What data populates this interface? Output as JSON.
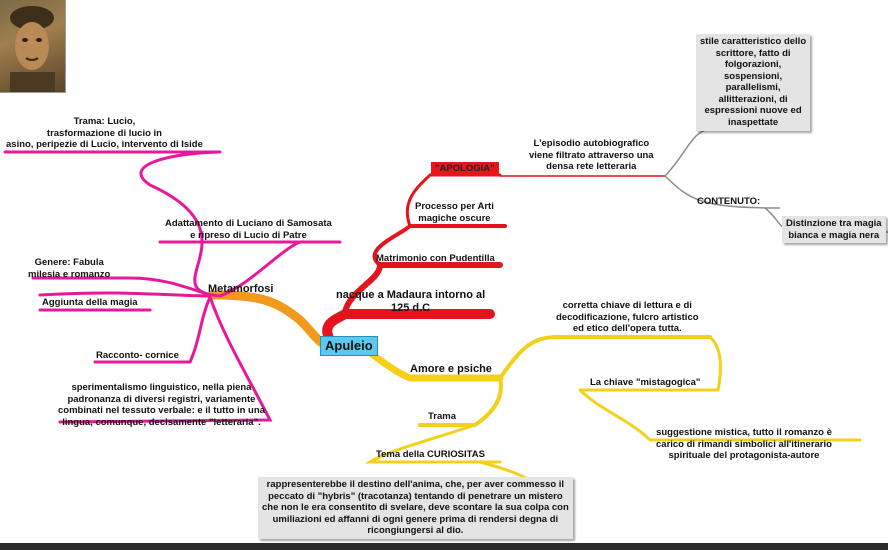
{
  "center": "Apuleio",
  "branches": {
    "metamorfosi": {
      "label": "Metamorfosi",
      "trama": "Trama: Lucio,\ntrasformazione di lucio in\nasino, peripezie di Lucio, intervento di Iside",
      "adattamento": "Adattamento di Luciano di Samosata\ne ripreso di Lucio di Patre",
      "genere": "Genere: Fabula\nmilesia e romanzo",
      "magia": "Aggiunta della magia",
      "cornice": "Racconto- cornice",
      "stile": "sperimentalismo linguistico, nella piena\npadronanza di diversi registri, variamente\ncombinati nel tessuto verbale: e il tutto in una\nlingua, comunque, decisamente \"letteraria\"."
    },
    "vita": {
      "nascita": "nacque a Madaura intorno al\n125 d.C",
      "matrimonio": "Matrimonio con Pudentilla",
      "processo": "Processo per Arti\nmagiche oscure",
      "apologia": "\"APOLOGIA\"",
      "episodio": "L'episodio autobiografico\nviene filtrato attraverso una\ndensa rete letteraria",
      "stile_apologia": "stile caratteristico dello\nscrittore, fatto di\nfolgorazioni,\nsospensioni,\nparallelismi,\nallitterazioni, di\nespressioni nuove ed\ninaspettate",
      "contenuto": "CONTENUTO:",
      "distinzione": "Distinzione tra magia\nbianca e magia nera"
    },
    "amore": {
      "label": "Amore e psiche",
      "chiave": "corretta chiave di lettura e di\ndecodificazione, fulcro artistico\ned etico dell'opera tutta.",
      "mistagogica": "La chiave \"mistagogica\"",
      "suggestione": "suggestione mistica, tutto il romanzo è\ncarico di rimandi simbolici all'itinerario\nspirituale del protagonista-autore",
      "trama": "Trama",
      "curiositas": "Tema della CURIOSITAS",
      "destino": "rappresenterebbe il destino dell'anima, che, per aver commesso il\npeccato di \"hybris\" (tracotanza) tentando di penetrare un mistero\nche non le era consentito di svelare, deve scontare la sua colpa con\numiliazioni ed affanni di ogni genere prima di rendersi degna di\nricongiungersi al dio."
    }
  },
  "colors": {
    "magenta": "#e8189b",
    "orange": "#f29a1e",
    "red": "#e3141c",
    "yellow": "#f4d018",
    "gray": "#8c8c8c",
    "center_fill": "#5bc8ef"
  },
  "icons": {
    "portrait": "portrait-image"
  }
}
